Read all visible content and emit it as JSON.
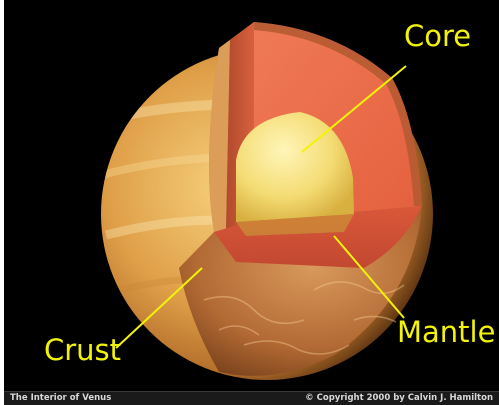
{
  "labels": {
    "core": "Core",
    "mantle": "Mantle",
    "crust": "Crust"
  },
  "caption": {
    "title": "The Interior of Venus",
    "copyright": "© Copyright 2000 by Calvin J. Hamilton"
  },
  "colors": {
    "background": "#000000",
    "label_text": "#f2f20a",
    "leader_line": "#f2f20a",
    "core": "#f5e27a",
    "mantle": "#e2583a",
    "crust": "#b8703a",
    "surface": "#e0a24a"
  }
}
